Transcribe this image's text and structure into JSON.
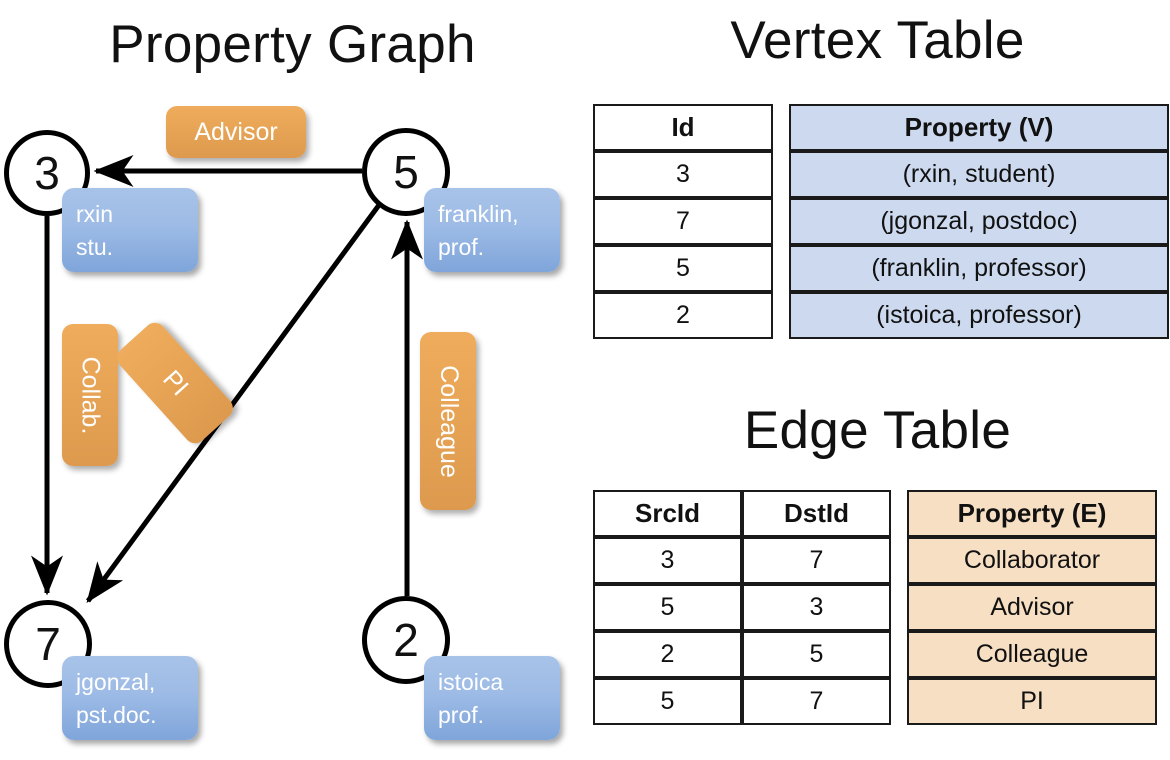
{
  "titles": {
    "property_graph": "Property Graph",
    "vertex_table": "Vertex Table",
    "edge_table": "Edge Table"
  },
  "colors": {
    "vertex_property_fill": "#ccd9ee",
    "edge_property_fill": "#f7dfc4",
    "vertex_box_fill": "#9dbbe6",
    "edge_box_fill": "#e8a556",
    "stroke": "#000000"
  },
  "graph": {
    "nodes": [
      {
        "id": "3",
        "property_line1": "rxin",
        "property_line2": "stu."
      },
      {
        "id": "5",
        "property_line1": "franklin,",
        "property_line2": "prof."
      },
      {
        "id": "7",
        "property_line1": "jgonzal,",
        "property_line2": "pst.doc."
      },
      {
        "id": "2",
        "property_line1": "istoica",
        "property_line2": "prof."
      }
    ],
    "edge_labels": {
      "advisor": "Advisor",
      "collab": "Collab.",
      "pi": "PI",
      "colleague": "Colleague"
    },
    "edges": [
      {
        "from": "5",
        "to": "3",
        "label": "Advisor"
      },
      {
        "from": "3",
        "to": "7",
        "label": "Collab."
      },
      {
        "from": "5",
        "to": "7",
        "label": "PI"
      },
      {
        "from": "2",
        "to": "5",
        "label": "Colleague"
      }
    ]
  },
  "vertex_table": {
    "headers": [
      "Id",
      "Property (V)"
    ],
    "rows": [
      {
        "id": "3",
        "property": "(rxin, student)"
      },
      {
        "id": "7",
        "property": "(jgonzal, postdoc)"
      },
      {
        "id": "5",
        "property": "(franklin, professor)"
      },
      {
        "id": "2",
        "property": "(istoica, professor)"
      }
    ]
  },
  "edge_table": {
    "headers": [
      "SrcId",
      "DstId",
      "Property (E)"
    ],
    "rows": [
      {
        "src": "3",
        "dst": "7",
        "property": "Collaborator"
      },
      {
        "src": "5",
        "dst": "3",
        "property": "Advisor"
      },
      {
        "src": "2",
        "dst": "5",
        "property": "Colleague"
      },
      {
        "src": "5",
        "dst": "7",
        "property": "PI"
      }
    ]
  }
}
